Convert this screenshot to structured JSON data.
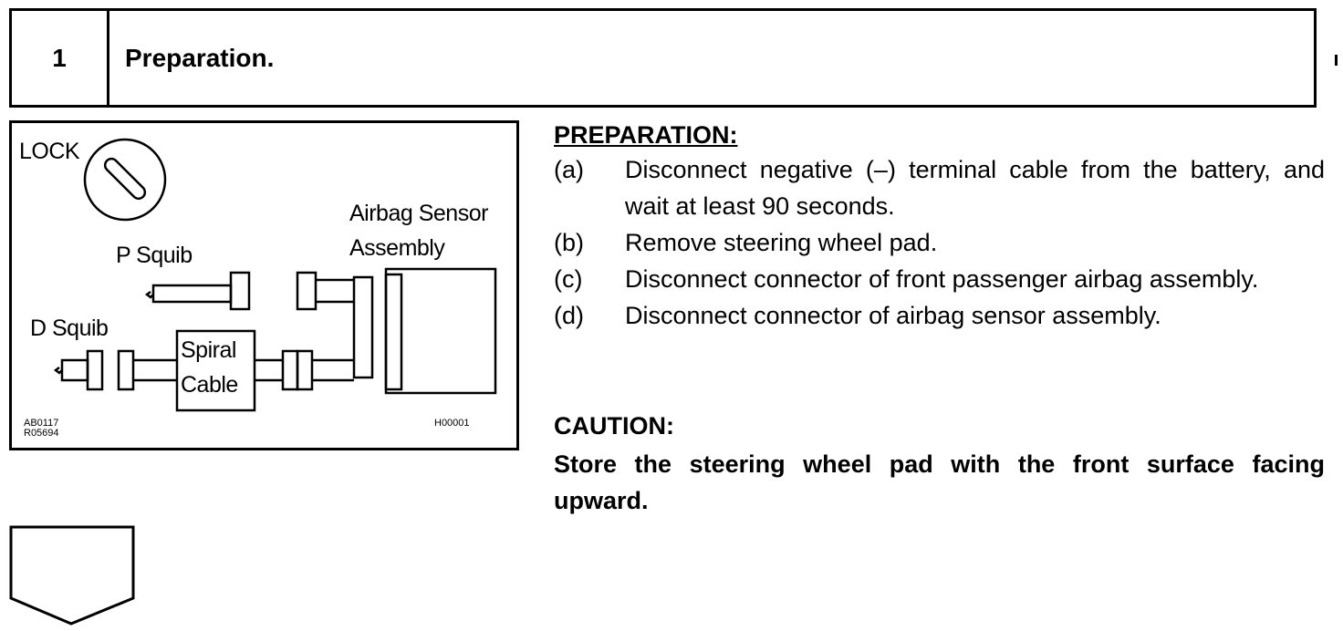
{
  "step": {
    "number": "1",
    "title": "Preparation."
  },
  "diagram": {
    "labels": {
      "lock": "LOCK",
      "airbag_sensor_line1": "Airbag Sensor",
      "airbag_sensor_line2": "Assembly",
      "p_squib": "P Squib",
      "d_squib": "D Squib",
      "spiral_line1": "Spiral",
      "spiral_line2": "Cable"
    },
    "codes": {
      "code1": "AB0117",
      "code2": "R05694",
      "code3": "H00001"
    }
  },
  "preparation": {
    "heading": "PREPARATION:",
    "items": [
      {
        "label": "(a)",
        "text": "Disconnect negative (–) terminal cable from the battery, and wait at least 90 seconds."
      },
      {
        "label": "(b)",
        "text": "Remove steering wheel pad."
      },
      {
        "label": "(c)",
        "text": "Disconnect connector of front passenger airbag assembly."
      },
      {
        "label": "(d)",
        "text": "Disconnect connector of airbag sensor assembly."
      }
    ]
  },
  "caution": {
    "heading": "CAUTION:",
    "text": "Store the steering wheel pad with the front surface facing upward."
  }
}
